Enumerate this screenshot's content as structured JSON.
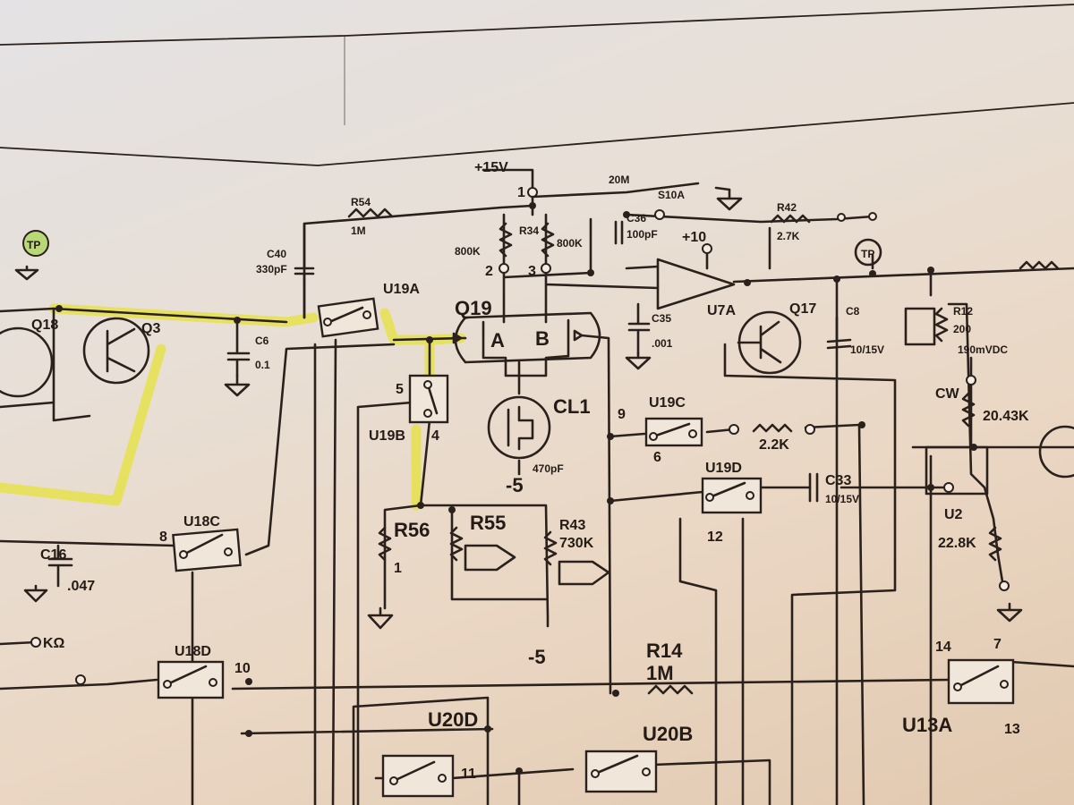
{
  "labels": {
    "q19": "Q19",
    "a": "A",
    "b": "B",
    "u19a": "U19A",
    "u19b": "U19B",
    "u19c": "U19C",
    "u19d": "U19D",
    "u18c": "U18C",
    "u18d": "U18D",
    "u20d": "U20D",
    "u20b": "U20B",
    "u7a": "U7A",
    "u13a": "U13A",
    "q18": "Q18",
    "q3": "Q3",
    "q17": "Q17",
    "cl1": "CL1",
    "r54": "R54",
    "r54v": "1M",
    "c40": "C40",
    "c40v": "330pF",
    "c6": "C6",
    "c6v": "0.1",
    "c36": "C36",
    "c36v": "100pF",
    "c35": "C35",
    "c35v": ".001",
    "r42": "R42",
    "r42v": "2.7K",
    "r34": "R34",
    "r14": "R14",
    "r14v": "1M",
    "r12": "R12",
    "r12v": "200",
    "r56": "R56",
    "r56v": "1",
    "r55": "R55",
    "r43": "R43",
    "r43v": "730K",
    "c33": "C33",
    "c33v": "10/15V",
    "c8": "C8",
    "c8v": "10/15V",
    "r84v": "2.2K",
    "r20v": "20.43K",
    "r22v": "22.8K",
    "cl1c": "470pF",
    "p10": "+10",
    "m5a": "-5",
    "m5b": "-5",
    "p15": "+15V",
    "mv": "190mVDC",
    "cw": "CW",
    "twenty": "20M",
    "s10a": "S10A",
    "kc": "KΩ",
    "c16": "C16",
    "c16v": ".047",
    "u2": "U2",
    "r800a": "800K",
    "r800b": "800K",
    "n1": "1",
    "n2": "2",
    "n3": "3",
    "n4": "4",
    "n5": "5",
    "n6": "6",
    "n7": "7",
    "n8": "8",
    "n9": "9",
    "n10": "10",
    "n11": "11",
    "n12": "12",
    "n13": "13",
    "n14": "14",
    "tp": "TP",
    "tp2": "TP"
  },
  "colors": {
    "ink": "#2b211c",
    "highlight": "#e6e23a",
    "paper": "#e8dfd6"
  }
}
